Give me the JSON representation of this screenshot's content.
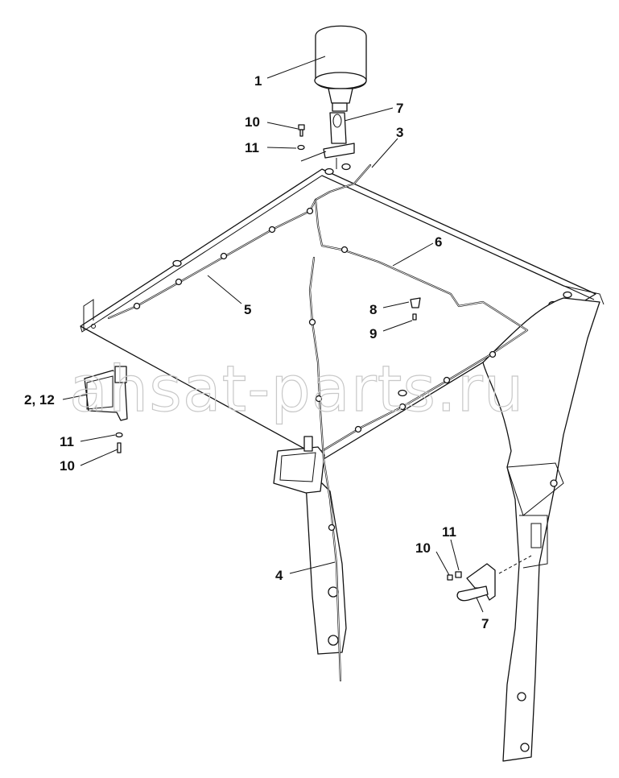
{
  "watermark": "ahsat-parts.ru",
  "callouts": {
    "c1": "1",
    "c7_top": "7",
    "c10_top": "10",
    "c11_top": "11",
    "c3": "3",
    "c6": "6",
    "c5": "5",
    "c8": "8",
    "c9": "9",
    "c2_12": "2, 12",
    "c11_left": "11",
    "c10_left": "10",
    "c11_right": "11",
    "c10_right": "10",
    "c4": "4",
    "c7_bottom": "7"
  }
}
